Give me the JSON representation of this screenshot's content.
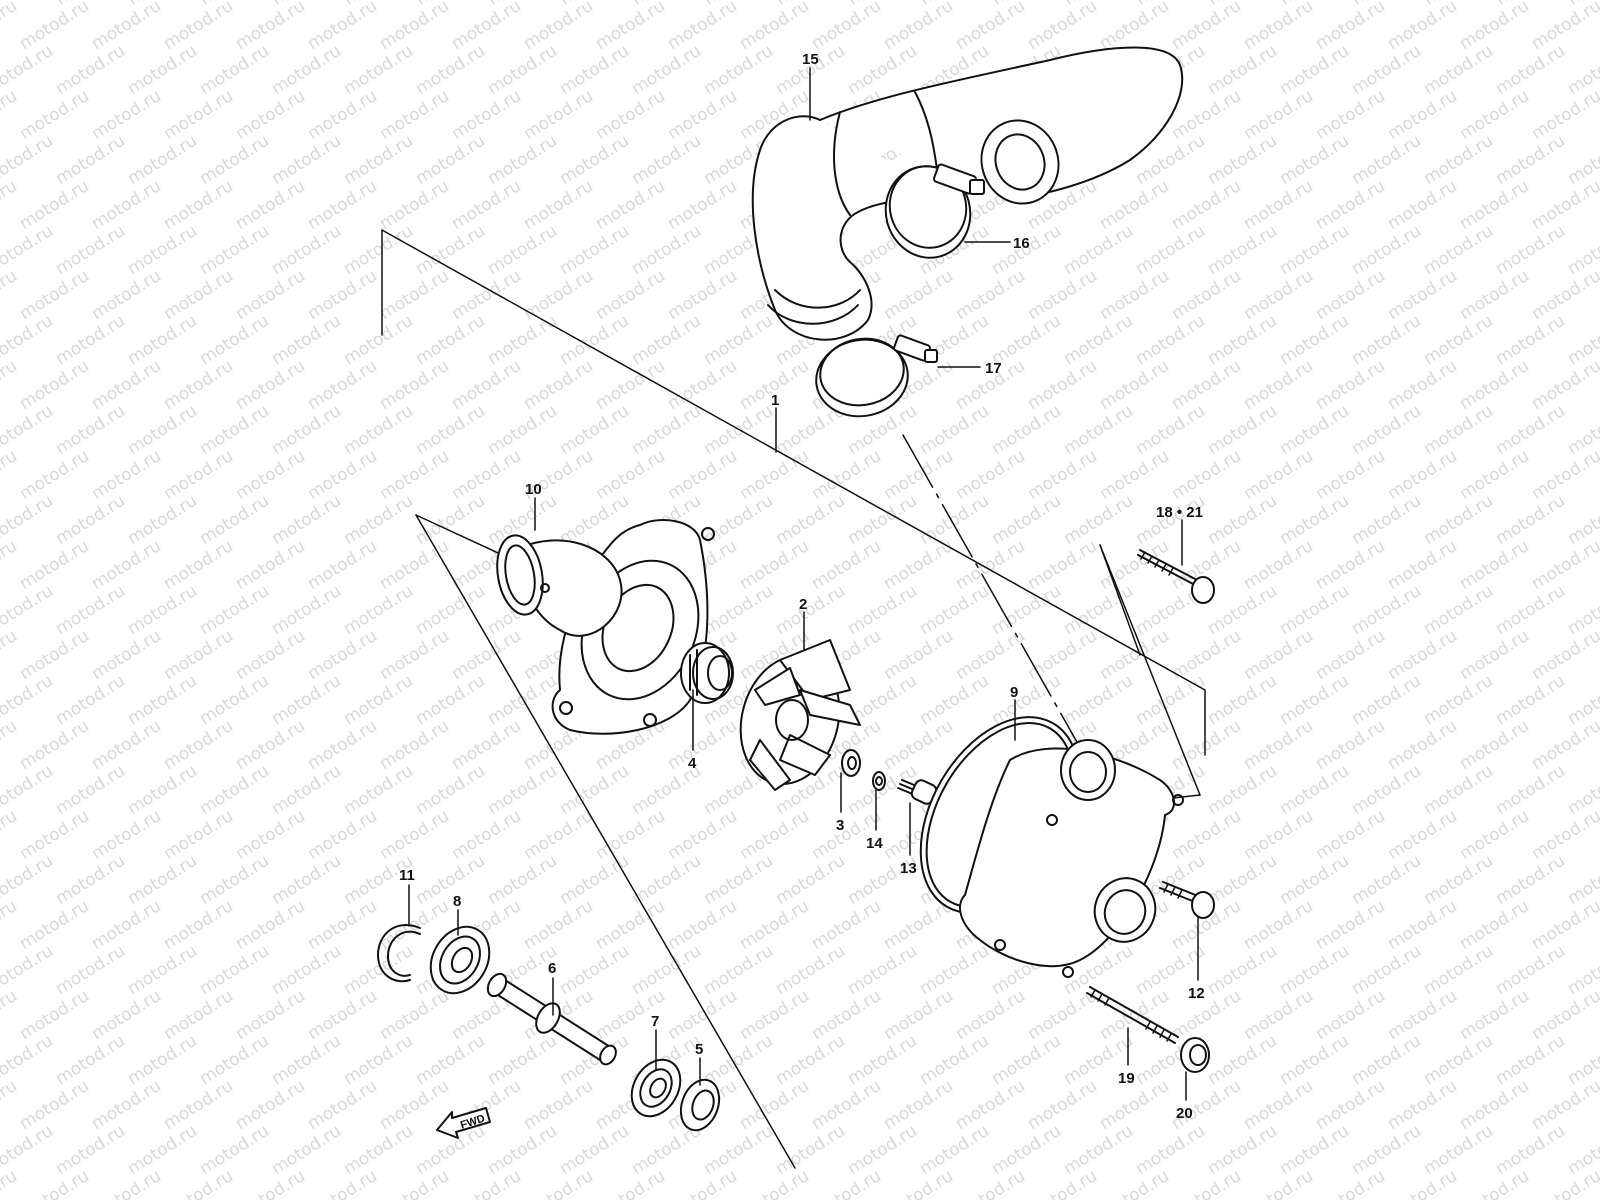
{
  "watermark": "motod.ru",
  "callouts": {
    "c1": "1",
    "c2": "2",
    "c3": "3",
    "c4": "4",
    "c5": "5",
    "c6": "6",
    "c7": "7",
    "c8": "8",
    "c9": "9",
    "c10": "10",
    "c11": "11",
    "c12": "12",
    "c13": "13",
    "c14": "14",
    "c15": "15",
    "c16": "16",
    "c17": "17",
    "c18_21": "18 • 21",
    "c19": "19",
    "c20": "20"
  },
  "direction_label": "FWD"
}
